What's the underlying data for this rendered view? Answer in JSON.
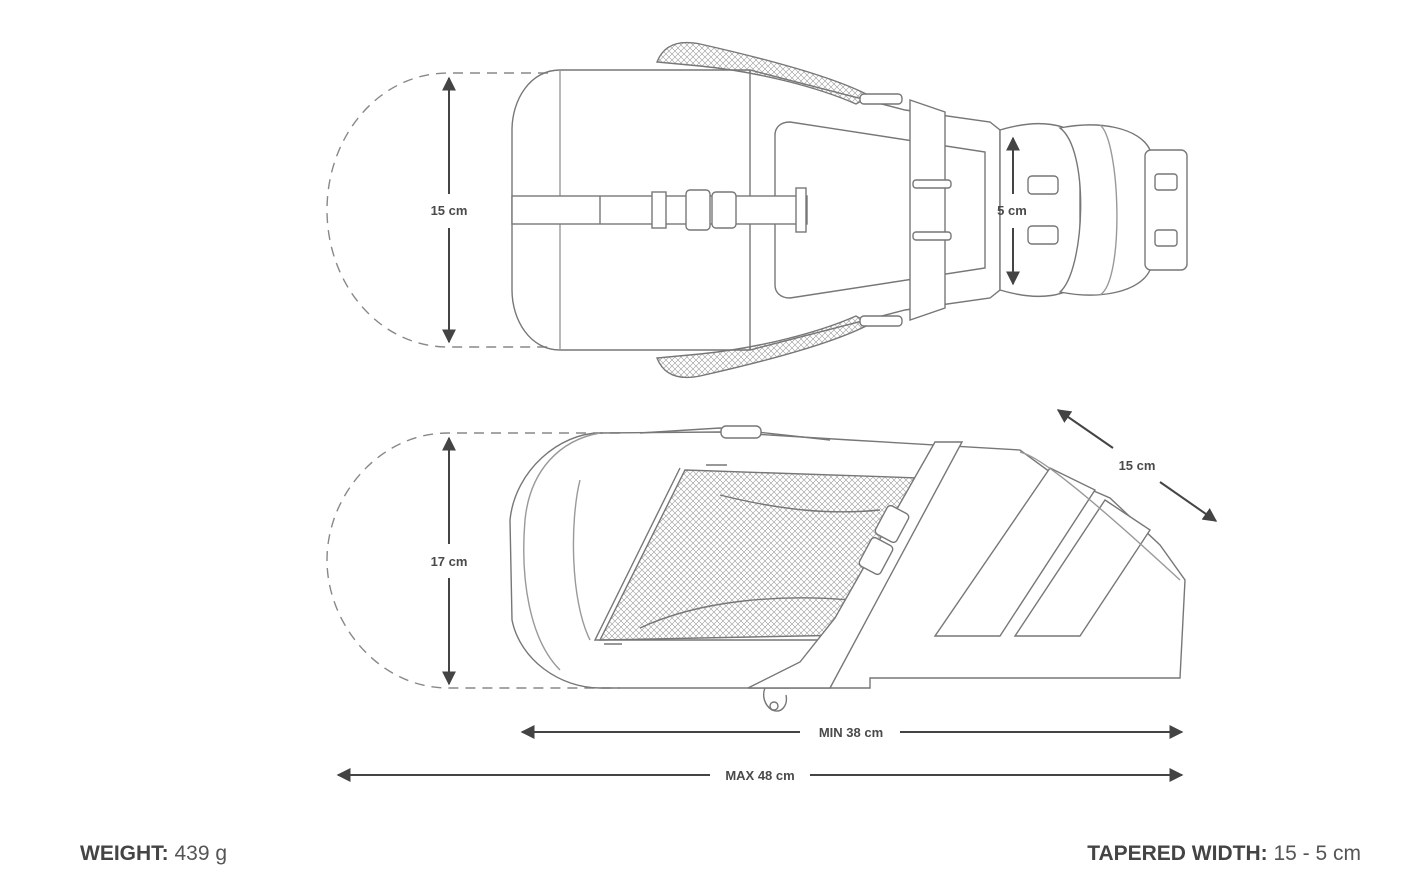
{
  "dimensions": {
    "top_height": "15 cm",
    "top_narrow_width": "5 cm",
    "side_height": "17 cm",
    "side_diagonal": "15 cm",
    "min_length": "MIN 38 cm",
    "max_length": "MAX 48 cm"
  },
  "specs": {
    "weight_label": "WEIGHT:",
    "weight_value": "439 g",
    "tapered_label": "TAPERED WIDTH:",
    "tapered_value": "15 - 5 cm"
  }
}
